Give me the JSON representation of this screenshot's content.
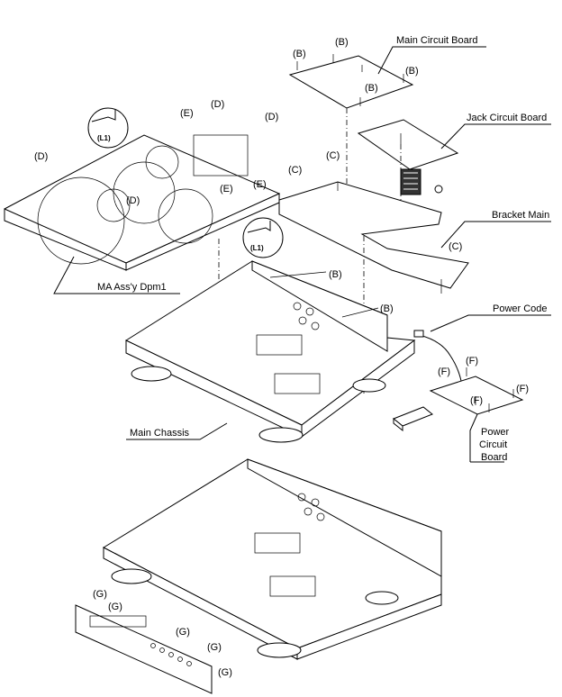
{
  "callouts": {
    "main_circuit_board": "Main Circuit Board",
    "jack_circuit_board": "Jack Circuit Board",
    "bracket_main": "Bracket Main",
    "power_code": "Power Code",
    "power_circuit_board_1": "Power",
    "power_circuit_board_2": "Circuit",
    "power_circuit_board_3": "Board",
    "main_chassis": "Main Chassis",
    "ma_assy": "MA Ass'y Dpm1"
  },
  "screw_labels": {
    "b1": "(B)",
    "b2": "(B)",
    "b3": "(B)",
    "b4": "(B)",
    "b5": "(B)",
    "b6": "(B)",
    "c1": "(C)",
    "c2": "(C)",
    "c3": "(C)",
    "d1": "(D)",
    "d2": "(D)",
    "d3": "(D)",
    "d4": "(D)",
    "e1": "(E)",
    "e2": "(E)",
    "e3": "(E)",
    "f1": "(F)",
    "f2": "(F)",
    "f3": "(F)",
    "f4": "(F)",
    "g1": "(G)",
    "g2": "(G)",
    "g3": "(G)",
    "g4": "(G)",
    "g5": "(G)",
    "l1a": "(L1)",
    "l1b": "(L1)"
  }
}
